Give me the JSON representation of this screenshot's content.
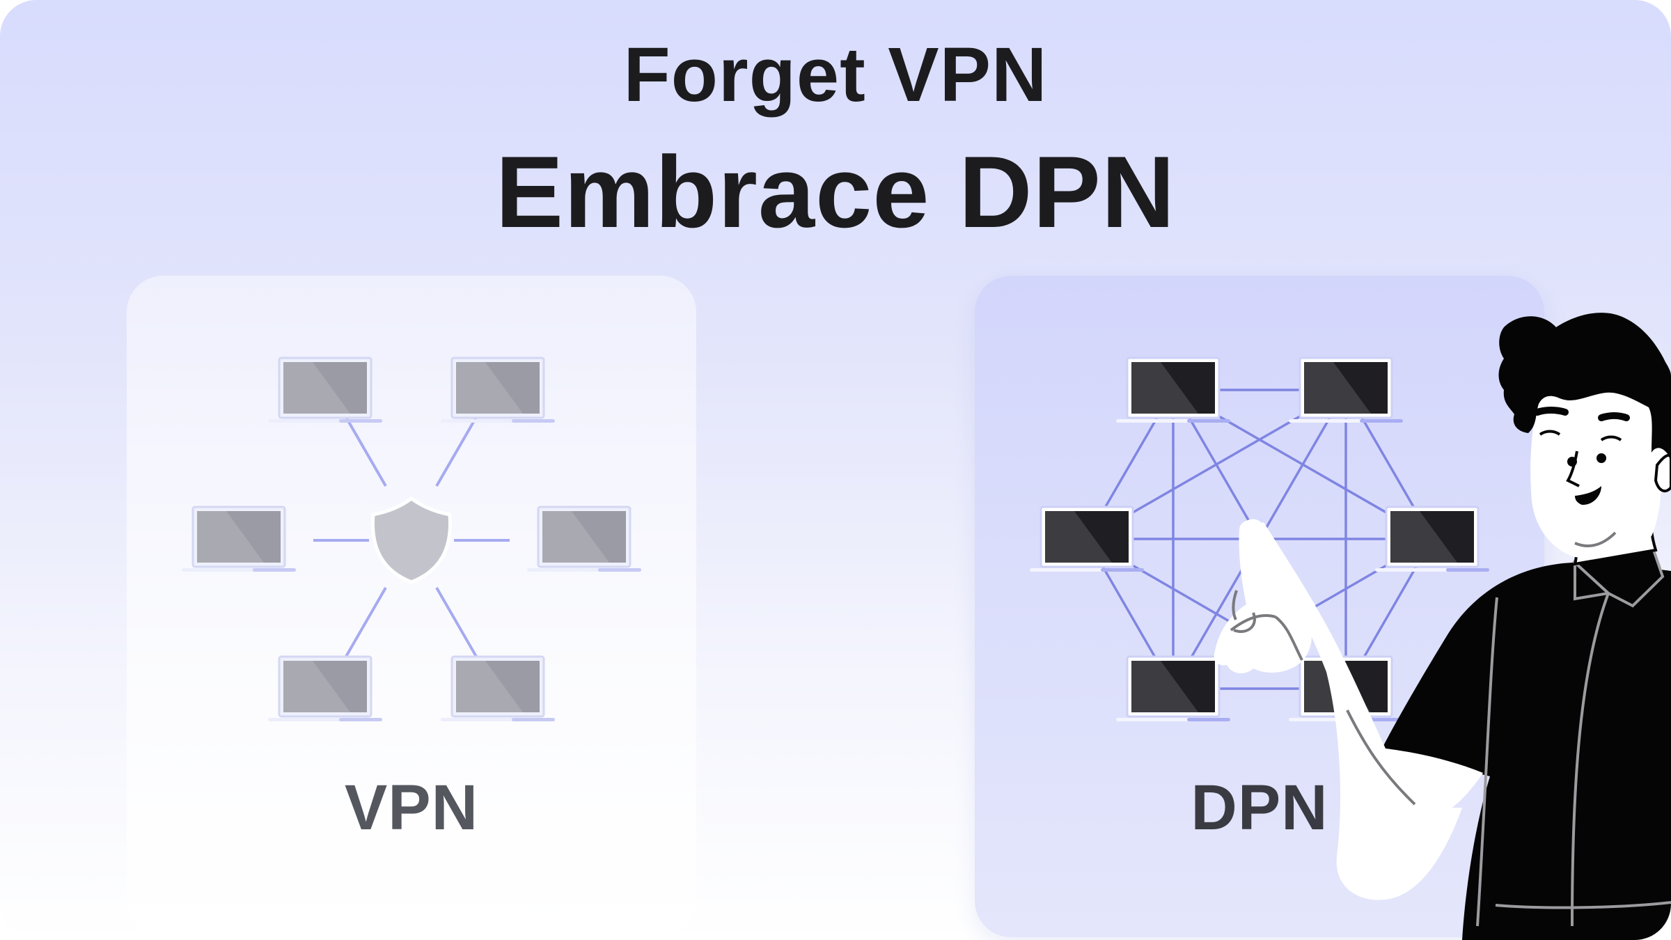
{
  "headline": {
    "line1": "Forget VPN",
    "line2": "Embrace DPN"
  },
  "cards": {
    "vpn": {
      "label": "VPN",
      "center_icon": "shield-icon",
      "node_icon": "laptop-icon",
      "node_count": 6
    },
    "dpn": {
      "label": "DPN",
      "node_icon": "laptop-icon",
      "node_count": 6
    }
  },
  "illustration": {
    "subject": "pointing-man-illustration"
  },
  "colors": {
    "accent_line": "#8f95ea",
    "vpn_screen": "#a9a9b2",
    "dpn_screen": "#2c2c30",
    "title_text": "#1c1c1f"
  }
}
